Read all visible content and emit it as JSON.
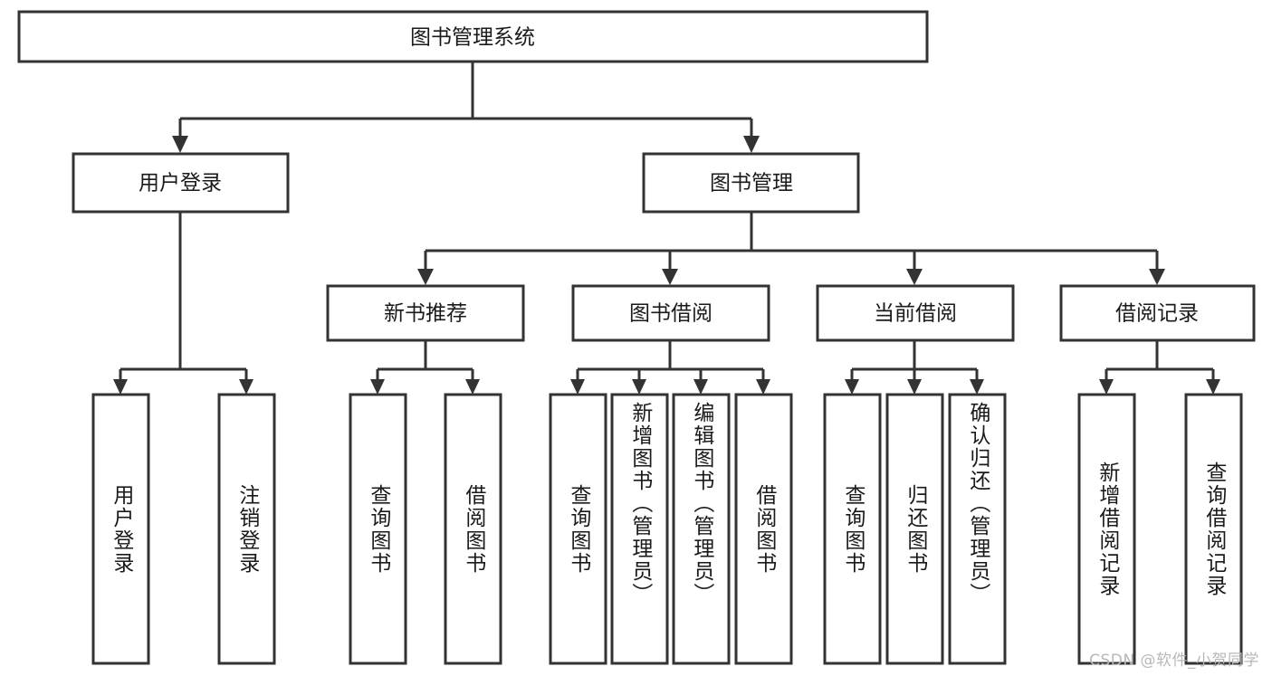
{
  "diagram": {
    "title": "图书管理系统",
    "type": "hierarchy-tree",
    "watermark": "CSDN @软件_小贺同学",
    "colors": {
      "box_stroke": "#333333",
      "box_fill": "#ffffff",
      "text": "#1a1a1a",
      "background": "#ffffff",
      "watermark": "#b8b8b8"
    },
    "root": {
      "label": "图书管理系统"
    },
    "level2": [
      {
        "id": "user-login",
        "label": "用户登录"
      },
      {
        "id": "book-management",
        "label": "图书管理"
      }
    ],
    "level3": [
      {
        "id": "new-book-recommend",
        "label": "新书推荐",
        "parent": "book-management"
      },
      {
        "id": "book-borrow",
        "label": "图书借阅",
        "parent": "book-management"
      },
      {
        "id": "current-borrow",
        "label": "当前借阅",
        "parent": "book-management"
      },
      {
        "id": "borrow-record",
        "label": "借阅记录",
        "parent": "book-management"
      }
    ],
    "leaves": {
      "user-login": [
        {
          "id": "leaf-user-login",
          "label": "用户登录"
        },
        {
          "id": "leaf-user-logout",
          "label": "注销登录"
        }
      ],
      "new-book-recommend": [
        {
          "id": "leaf-query-book-1",
          "label": "查询图书"
        },
        {
          "id": "leaf-borrow-book-1",
          "label": "借阅图书"
        }
      ],
      "book-borrow": [
        {
          "id": "leaf-query-book-2",
          "label": "查询图书"
        },
        {
          "id": "leaf-add-book",
          "label": "新增图书（管理员）"
        },
        {
          "id": "leaf-edit-book",
          "label": "编辑图书（管理员）"
        },
        {
          "id": "leaf-borrow-book-2",
          "label": "借阅图书"
        }
      ],
      "current-borrow": [
        {
          "id": "leaf-query-book-3",
          "label": "查询图书"
        },
        {
          "id": "leaf-return-book",
          "label": "归还图书"
        },
        {
          "id": "leaf-confirm-return",
          "label": "确认归还（管理员）"
        }
      ],
      "borrow-record": [
        {
          "id": "leaf-add-record",
          "label": "新增借阅记录"
        },
        {
          "id": "leaf-query-record",
          "label": "查询借阅记录"
        }
      ]
    }
  }
}
